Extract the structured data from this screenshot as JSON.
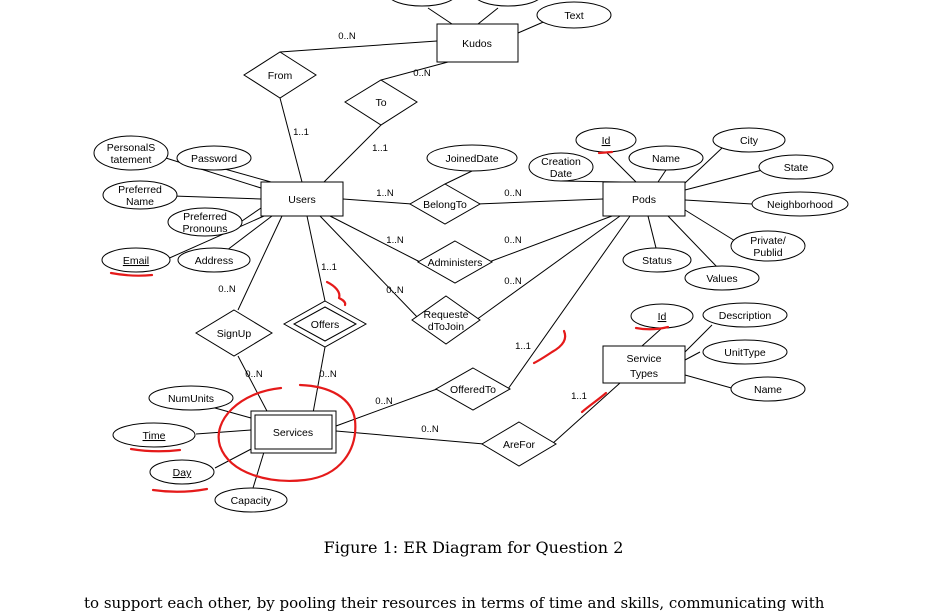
{
  "figure": {
    "caption": "Figure 1: ER Diagram for Question 2",
    "body_text": "to support each other, by pooling their resources in terms of time and skills, communicating with"
  },
  "diagram": {
    "entities": {
      "kudos": "Kudos",
      "users": "Users",
      "pods": "Pods",
      "services": "Services",
      "service_types": [
        "Service",
        "Types"
      ]
    },
    "relationships": {
      "from": "From",
      "to": "To",
      "belong_to": "BelongTo",
      "administers": "Administers",
      "requested_to_join": [
        "Requeste",
        "dToJoin"
      ],
      "sign_up": "SignUp",
      "offers": "Offers",
      "offered_to": "OfferedTo",
      "are_for": "AreFor"
    },
    "attributes": {
      "kudos_text": "Text",
      "users_personal_statement": [
        "PersonalS",
        "tatement"
      ],
      "users_password": "Password",
      "users_preferred_name": [
        "Preferred",
        "Name"
      ],
      "users_preferred_pronouns": [
        "Preferred",
        "Pronouns"
      ],
      "users_email": "Email",
      "users_address": "Address",
      "belongto_joined_date": "JoinedDate",
      "pods_creation_date": [
        "Creation",
        "Date"
      ],
      "pods_id": "Id",
      "pods_name": "Name",
      "pods_city": "City",
      "pods_state": "State",
      "pods_neighborhood": "Neighborhood",
      "pods_private_public": [
        "Private/",
        "Publid"
      ],
      "pods_status": "Status",
      "pods_values": "Values",
      "st_id": "Id",
      "st_description": "Description",
      "st_unit_type": "UnitType",
      "st_name": "Name",
      "services_num_units": "NumUnits",
      "services_time": "Time",
      "services_day": "Day",
      "services_capacity": "Capacity"
    },
    "cardinalities": {
      "from_kudos": "0..N",
      "to_kudos": "0..N",
      "from_users": "1..1",
      "to_users": "1..1",
      "users_belongto": "1..N",
      "belongto_pods": "0..N",
      "users_administers": "1..N",
      "administers_pods": "0..N",
      "requested_pods": "0..N",
      "users_requested": "0..N",
      "users_offers": "1..1",
      "users_signup": "0..N",
      "signup_services": "0..N",
      "offers_services": "0..N",
      "services_offeredto": "0..N",
      "offeredto_pods": "1..1",
      "services_arefor": "0..N",
      "arefor_servicetypes": "1..1"
    },
    "colors": {
      "lines": "#000000",
      "annotation": "#e51a1a"
    }
  }
}
